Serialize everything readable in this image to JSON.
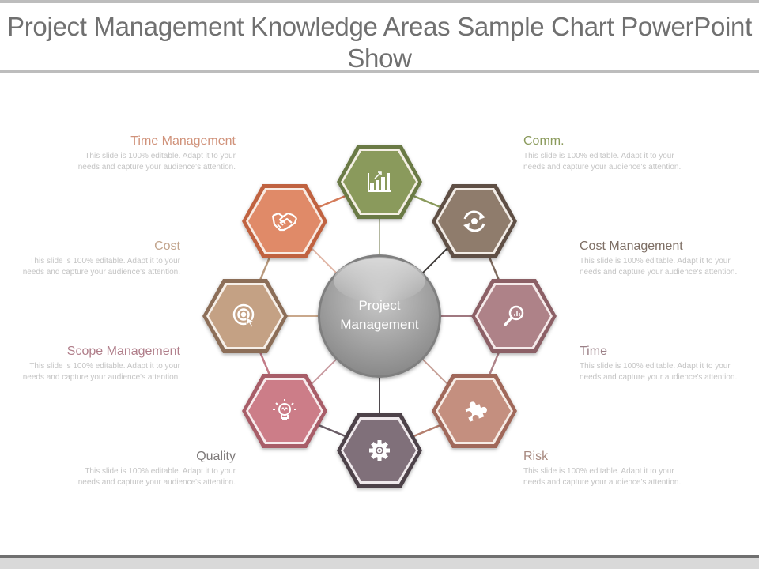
{
  "slide": {
    "title": "Project Management Knowledge Areas Sample Chart PowerPoint Show"
  },
  "center": {
    "label_line1": "Project",
    "label_line2": "Management",
    "color": "#9e9e9e"
  },
  "nodes": [
    {
      "id": "comm",
      "heading": "Comm.",
      "description": "This slide is 100% editable. Adapt it to your needs and capture your audience's attention.",
      "icon": "bar-chart-growth-icon",
      "color": "#8a9a5b",
      "border": "#6b7a45",
      "heading_color": "#8a9a5b"
    },
    {
      "id": "cost-management",
      "heading": "Cost Management",
      "description": "This slide is 100% editable. Adapt it to your needs and capture your audience's attention.",
      "icon": "gear-refresh-icon",
      "color": "#8f7b6c",
      "border": "#6e5d50",
      "heading_color": "#7d6e64"
    },
    {
      "id": "time",
      "heading": "Time",
      "description": "This slide is 100% editable. Adapt it to your needs and capture your audience's attention.",
      "icon": "magnifier-chart-icon",
      "color": "#ae8288",
      "border": "#8c6066",
      "heading_color": "#9b8087"
    },
    {
      "id": "risk",
      "heading": "Risk",
      "description": "This slide is 100% editable. Adapt it to your needs and capture your audience's attention.",
      "icon": "puzzle-piece-icon",
      "color": "#c48f7f",
      "border": "#a0685a",
      "heading_color": "#a88a80"
    },
    {
      "id": "quality",
      "heading": "Quality",
      "description": "This slide is 100% editable. Adapt it to your needs and capture your audience's attention.",
      "icon": "cog-icon",
      "color": "#806f7a",
      "border": "#5e505a",
      "heading_color": "#7e7a7a"
    },
    {
      "id": "scope-management",
      "heading": "Scope Management",
      "description": "This slide is 100% editable. Adapt it to your needs and capture your audience's attention.",
      "icon": "lightbulb-icon",
      "color": "#cc7d88",
      "border": "#a85d67",
      "heading_color": "#b07e8a"
    },
    {
      "id": "cost",
      "heading": "Cost",
      "description": "This slide is 100% editable. Adapt it to your needs and capture your audience's attention.",
      "icon": "target-cursor-icon",
      "color": "#c4a184",
      "border": "#a08065",
      "heading_color": "#c2a48c"
    },
    {
      "id": "time-management",
      "heading": "Time Management",
      "description": "This slide is 100% editable. Adapt it to your needs and capture your audience's attention.",
      "icon": "handshake-icon",
      "color": "#e08a68",
      "border": "#c0623f",
      "heading_color": "#d0927a"
    }
  ]
}
